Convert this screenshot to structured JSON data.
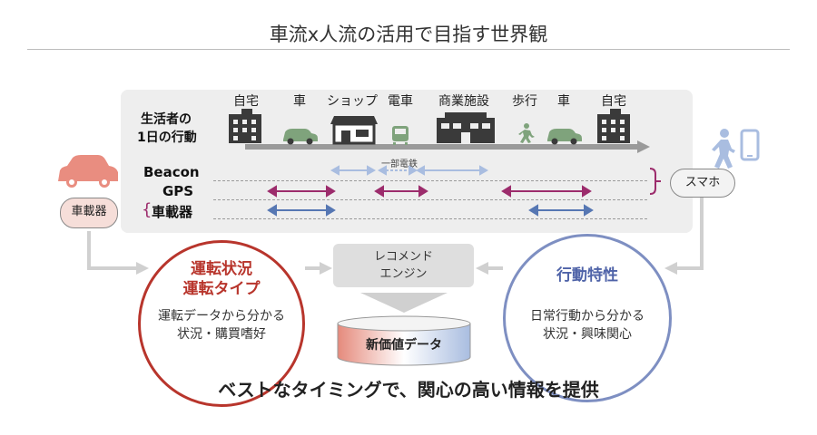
{
  "title": "車流x人流の活用で目指す世界観",
  "panel": {
    "row_label_line1": "生活者の",
    "row_label_line2": "1日の行動",
    "places": [
      "自宅",
      "車",
      "ショップ",
      "電車",
      "商業施設",
      "歩行",
      "車",
      "自宅"
    ],
    "beacon": "Beacon",
    "gps": "GPS",
    "vehicle": "車載器",
    "partial_train": "一部電鉄"
  },
  "left_node": "車載器",
  "right_node": "スマホ",
  "engine": {
    "line1": "レコメンド",
    "line2": "エンジン"
  },
  "left_circle": {
    "title1": "運転状況",
    "title2": "運転タイプ",
    "body1": "運転データから分かる",
    "body2": "状況・購買嗜好"
  },
  "right_circle": {
    "title": "行動特性",
    "body1": "日常行動から分かる",
    "body2": "状況・興味関心"
  },
  "database": "新価値データ",
  "bottom_message": "ベストなタイミングで、関心の高い情報を提供",
  "colors": {
    "red": "#b8352c",
    "blue": "#4f63a8",
    "magenta": "#9c2c6c",
    "steel": "#5677b3",
    "lightblue": "#a9bde0",
    "gray_arrow": "#cfcfcf",
    "car": "#e98d80"
  }
}
